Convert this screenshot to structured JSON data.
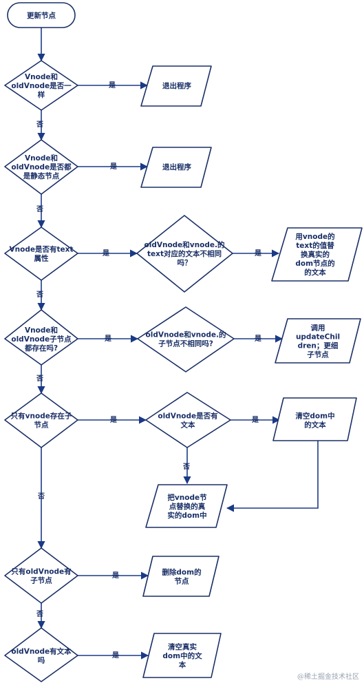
{
  "nodes": {
    "start": "更新节点",
    "d1": [
      "Vnode和",
      "oldVnode是否一",
      "样"
    ],
    "exit1": "退出程序",
    "d2": [
      "Vnode和",
      "oldVnode是否都",
      "是静态节点"
    ],
    "exit2": "退出程序",
    "d3": [
      "Vnode是否有text",
      "属性"
    ],
    "d3b": [
      "oldVnode和vnode.的",
      "text对应的文本不相同",
      "吗？"
    ],
    "p3": [
      "用vnode的",
      "text的值替",
      "换真实的",
      "dom节点的",
      "的文本"
    ],
    "d4": [
      "Vnode和",
      "oldVnode子节点",
      "都存在吗?"
    ],
    "d4b": [
      "oldVnode和vnode.的",
      "子节点不相同吗?"
    ],
    "p4": [
      "调用",
      "updateChil",
      "dren；更细",
      "子节点"
    ],
    "d5": [
      "只有vnode存在子",
      "节点"
    ],
    "d5b": [
      "oldVnode是否有",
      "文本"
    ],
    "p5": [
      "清空dom中",
      "的文本"
    ],
    "p5b": [
      "把vnode节",
      "点替换的真",
      "实的dom中"
    ],
    "d6": [
      "只有oldVnode有",
      "子节点"
    ],
    "p6": [
      "删除dom的",
      "节点"
    ],
    "d7": [
      "oldVnode有文本",
      "吗"
    ],
    "p7": [
      "清空真实",
      "dom中的文",
      "本"
    ]
  },
  "edges": {
    "yes": "是",
    "no": "否"
  },
  "watermark": "@稀土掘金技术社区"
}
